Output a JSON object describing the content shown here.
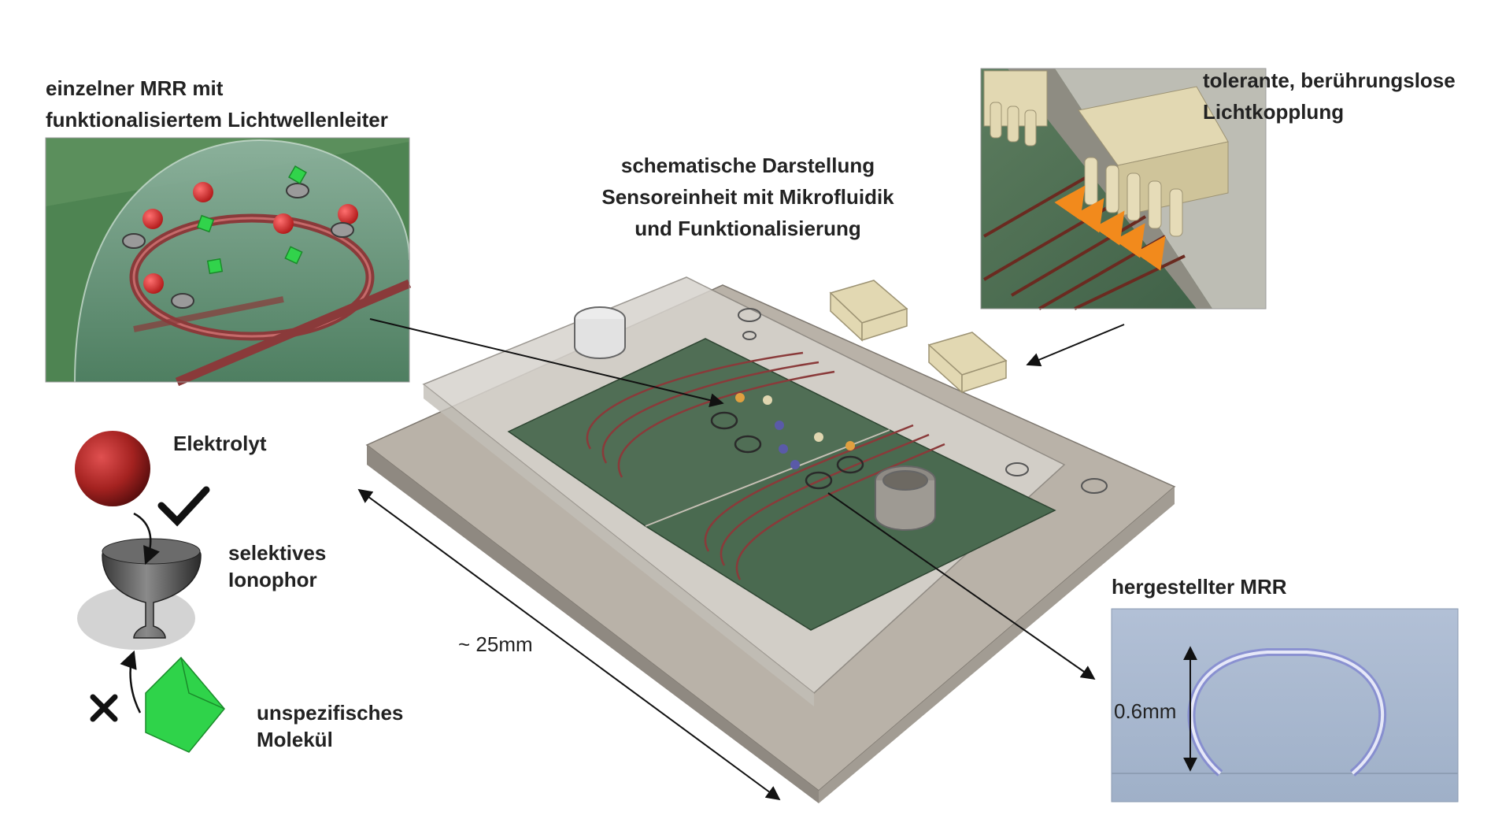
{
  "labels": {
    "single_mrr": [
      "einzelner MRR mit",
      "funktionalisiertem Lichtwellenleiter"
    ],
    "schematic": [
      "schematische Darstellung",
      "Sensoreinheit mit Mikrofluidik",
      "und Funktionalisierung"
    ],
    "coupling": [
      "tolerante, berührungslose",
      "Lichtkopplung"
    ],
    "electrolyte": "Elektrolyt",
    "ionophore": [
      "selektives",
      "Ionophor"
    ],
    "molecule": [
      "unspezifisches",
      "Molekül"
    ],
    "fabricated": "hergestellter MRR"
  },
  "dimensions": {
    "chip_size": "~ 25mm",
    "ring_height": "0.6mm"
  },
  "colors": {
    "electrolyte_sphere": "#a42220",
    "molecule_cube": "#2fd34a",
    "chip_green": "#486a50",
    "photo_background": "#a8b8d0",
    "fiber_connector": "#d8cfa8",
    "check_mark": "#111111"
  },
  "icons": [
    "check-icon",
    "cross-icon",
    "arrow-icon"
  ]
}
